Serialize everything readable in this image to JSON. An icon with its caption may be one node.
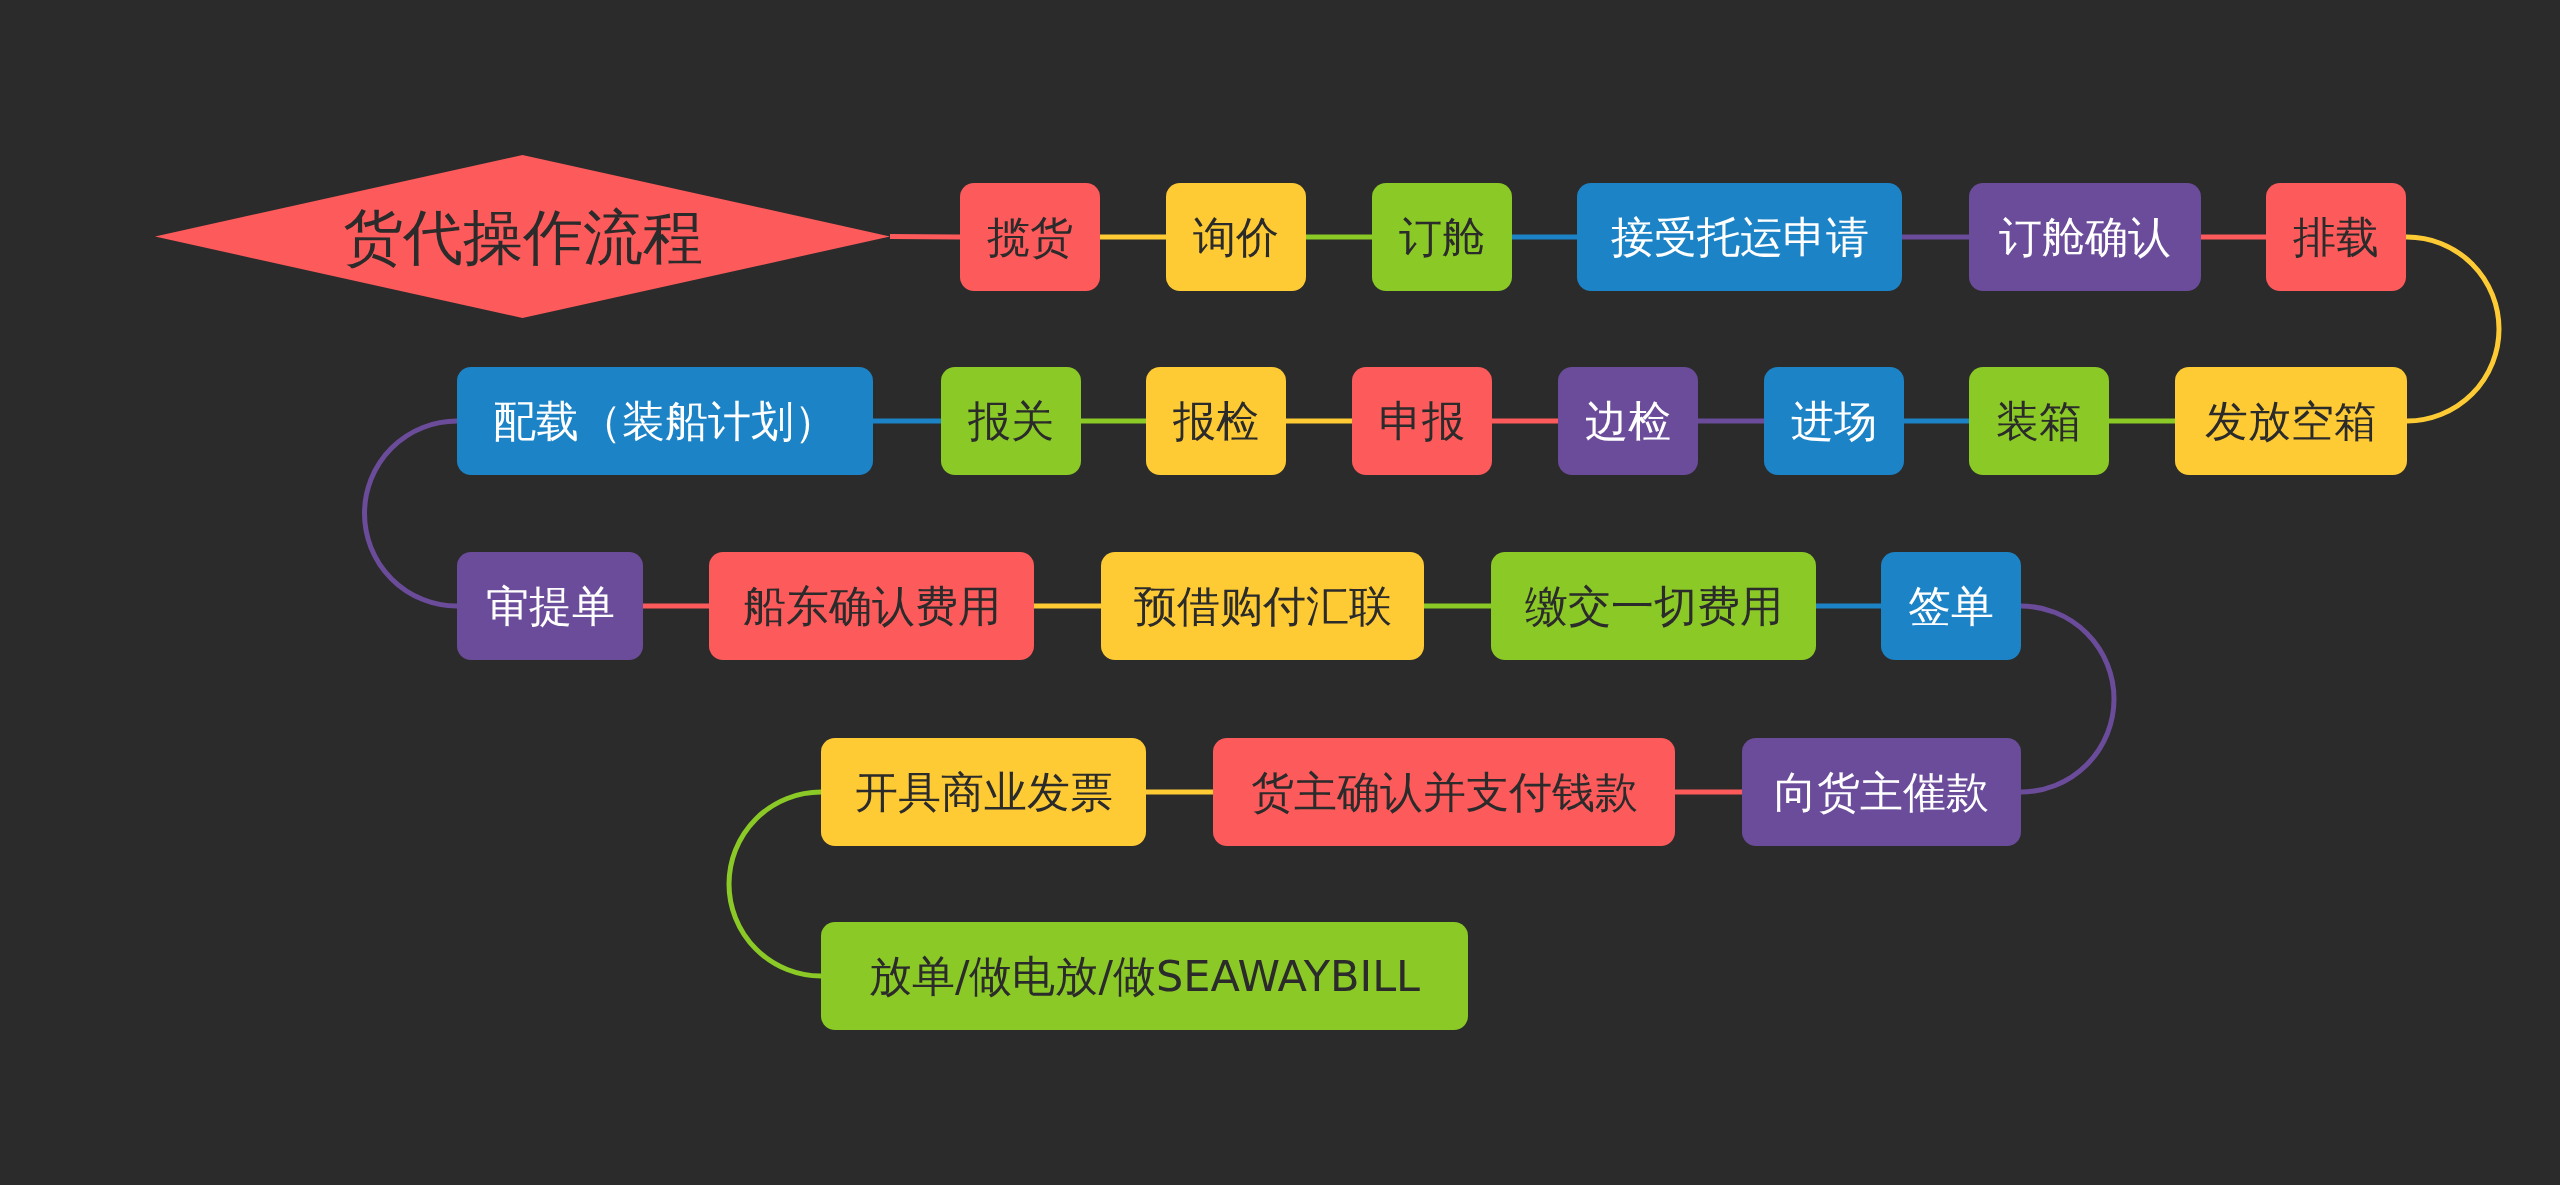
{
  "diagram": {
    "nodes": [
      {
        "text": [
          "货代操作流程"
        ]
      },
      {
        "text": [
          "揽货"
        ]
      },
      {
        "text": [
          "询价"
        ]
      },
      {
        "text": [
          "订舱"
        ]
      },
      {
        "text": [
          "接受托运申请"
        ]
      },
      {
        "text": [
          "订舱确认"
        ]
      },
      {
        "text": [
          "排载"
        ]
      },
      {
        "text": [
          "发放空箱"
        ]
      },
      {
        "text": [
          "装箱"
        ]
      },
      {
        "text": [
          "进场"
        ]
      },
      {
        "text": [
          "边检"
        ]
      },
      {
        "text": [
          "申报"
        ]
      },
      {
        "text": [
          "报检"
        ]
      },
      {
        "text": [
          "报关"
        ]
      },
      {
        "text": [
          "配载（装船计划）"
        ]
      },
      {
        "text": [
          "审提单"
        ]
      },
      {
        "text": [
          "船东确认费用"
        ]
      },
      {
        "text": [
          "预借购付汇联"
        ]
      },
      {
        "text": [
          "缴交一切费用"
        ]
      },
      {
        "text": [
          "签单"
        ]
      },
      {
        "text": [
          "向货主催款"
        ]
      },
      {
        "text": [
          "货主确认并支付钱款"
        ]
      },
      {
        "text": [
          "开具商业发票"
        ]
      },
      {
        "text": [
          "放单/做电放/做SEAWAYBILL"
        ]
      }
    ],
    "edges": [
      {
        "from": 0,
        "to": 1,
        "arrow": "none",
        "color": "#fd5a5b"
      },
      {
        "from": 1,
        "to": 2,
        "arrow": "none",
        "color": "#fecb35"
      },
      {
        "from": 2,
        "to": 3,
        "arrow": "none",
        "color": "#8ac926"
      },
      {
        "from": 3,
        "to": 4,
        "arrow": "none",
        "color": "#1c84c6"
      },
      {
        "from": 4,
        "to": 5,
        "arrow": "none",
        "color": "#6b4c9a"
      },
      {
        "from": 5,
        "to": 6,
        "arrow": "none",
        "color": "#fd5a5b"
      },
      {
        "from": 6,
        "to": 7,
        "arrow": "none",
        "color": "#fecb35"
      },
      {
        "from": 7,
        "to": 8,
        "arrow": "none",
        "color": "#8ac926"
      },
      {
        "from": 8,
        "to": 9,
        "arrow": "none",
        "color": "#1c84c6"
      },
      {
        "from": 9,
        "to": 10,
        "arrow": "none",
        "color": "#6b4c9a"
      },
      {
        "from": 10,
        "to": 11,
        "arrow": "none",
        "color": "#fd5a5b"
      },
      {
        "from": 11,
        "to": 12,
        "arrow": "none",
        "color": "#fecb35"
      },
      {
        "from": 12,
        "to": 13,
        "arrow": "none",
        "color": "#8ac926"
      },
      {
        "from": 13,
        "to": 14,
        "arrow": "none",
        "color": "#1c84c6"
      },
      {
        "from": 14,
        "to": 15,
        "arrow": "none",
        "color": "#6b4c9a"
      },
      {
        "from": 15,
        "to": 16,
        "arrow": "none",
        "color": "#fd5a5b"
      },
      {
        "from": 16,
        "to": 17,
        "arrow": "none",
        "color": "#fecb35"
      },
      {
        "from": 17,
        "to": 18,
        "arrow": "none",
        "color": "#8ac926"
      },
      {
        "from": 18,
        "to": 19,
        "arrow": "none",
        "color": "#1c84c6"
      },
      {
        "from": 19,
        "to": 20,
        "arrow": "none",
        "color": "#6b4c9a"
      },
      {
        "from": 20,
        "to": 21,
        "arrow": "none",
        "color": "#fd5a5b"
      },
      {
        "from": 21,
        "to": 22,
        "arrow": "none",
        "color": "#fecb35"
      },
      {
        "from": 22,
        "to": 23,
        "arrow": "none",
        "color": "#8ac926"
      }
    ]
  }
}
